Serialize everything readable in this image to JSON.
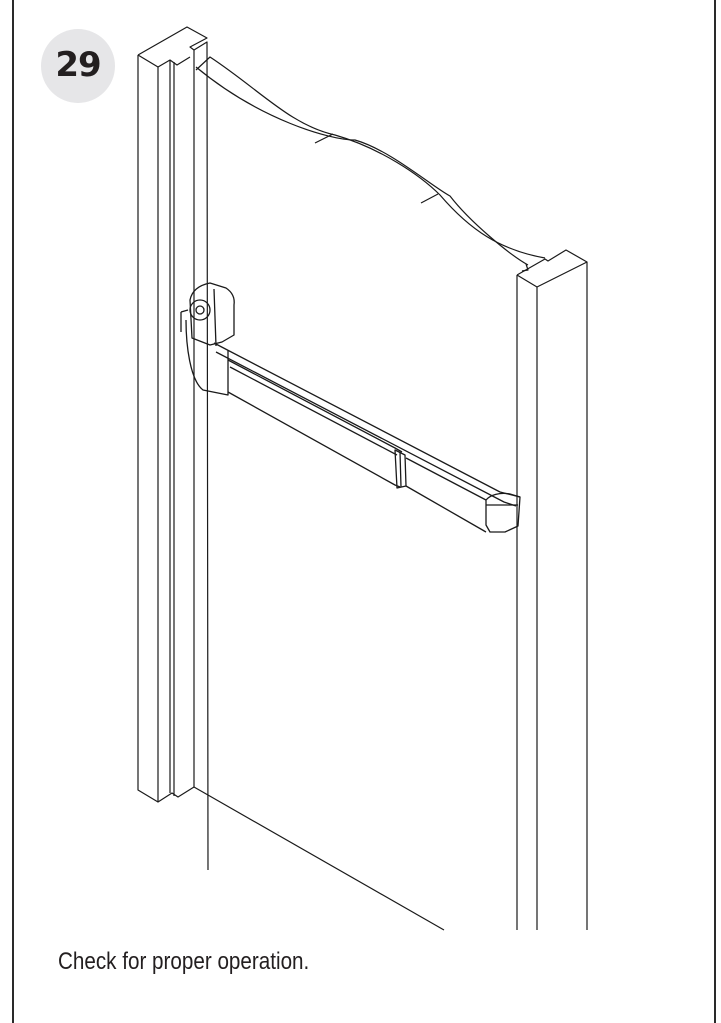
{
  "step": {
    "number": "29",
    "badge_color": "#e6e6e8"
  },
  "illustration": {
    "subject": "door with exit device (panic bar) installed between jambs",
    "icon": "exit-device-illustration"
  },
  "caption": {
    "text": "Check for proper operation."
  },
  "colors": {
    "line": "#1a1a1a",
    "text": "#231f20",
    "border": "#2a2a2a"
  }
}
